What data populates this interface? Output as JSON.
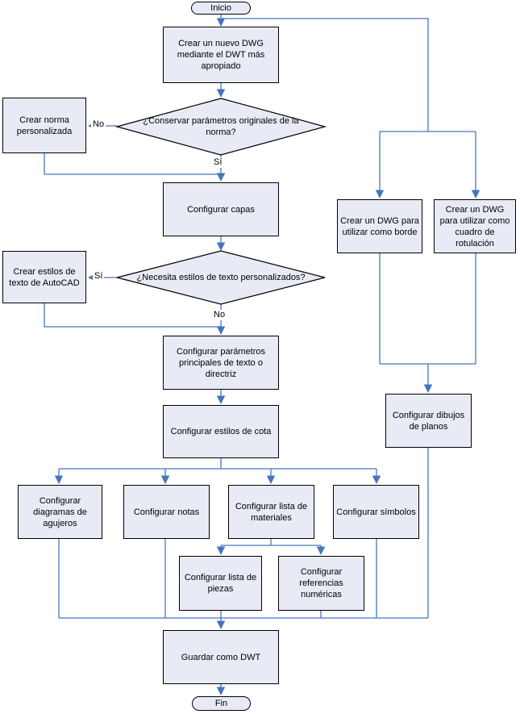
{
  "diagram": {
    "language": "es",
    "type": "flowchart",
    "colors": {
      "node_fill": "#e8ebf5",
      "node_border": "#000000",
      "connector": "#4576be",
      "text": "#000000",
      "canvas": "#ffffff"
    },
    "nodes": {
      "inicio": "Inicio",
      "crear_dwg": "Crear un nuevo DWG mediante el DWT más apropiado",
      "conservar_q": "¿Conservar parámetros originales de la norma?",
      "norma": "Crear norma personalizada",
      "capas": "Configurar capas",
      "estilos_q": "¿Necesita estilos de texto personalizados?",
      "estilos_texto": "Crear estilos de texto de AutoCAD",
      "params_texto": "Configurar parámetros principales de texto o directriz",
      "estilos_cota": "Configurar estilos de cota",
      "diagramas": "Configurar diagramas de agujeros",
      "notas": "Configurar notas",
      "materiales": "Configurar lista de materiales",
      "simbolos": "Configurar símbolos",
      "piezas": "Configurar lista de piezas",
      "referencias": "Configurar referencias numéricas",
      "borde": "Crear un DWG para utilizar como borde",
      "rotulacion": "Crear un DWG para utilizar como cuadro de rotulación",
      "planos": "Configurar dibujos de planos",
      "guardar": "Guardar como DWT",
      "fin": "Fin"
    },
    "edge_labels": {
      "no1": "No",
      "si1": "Sí",
      "si2": "Sí",
      "no2": "No"
    }
  }
}
